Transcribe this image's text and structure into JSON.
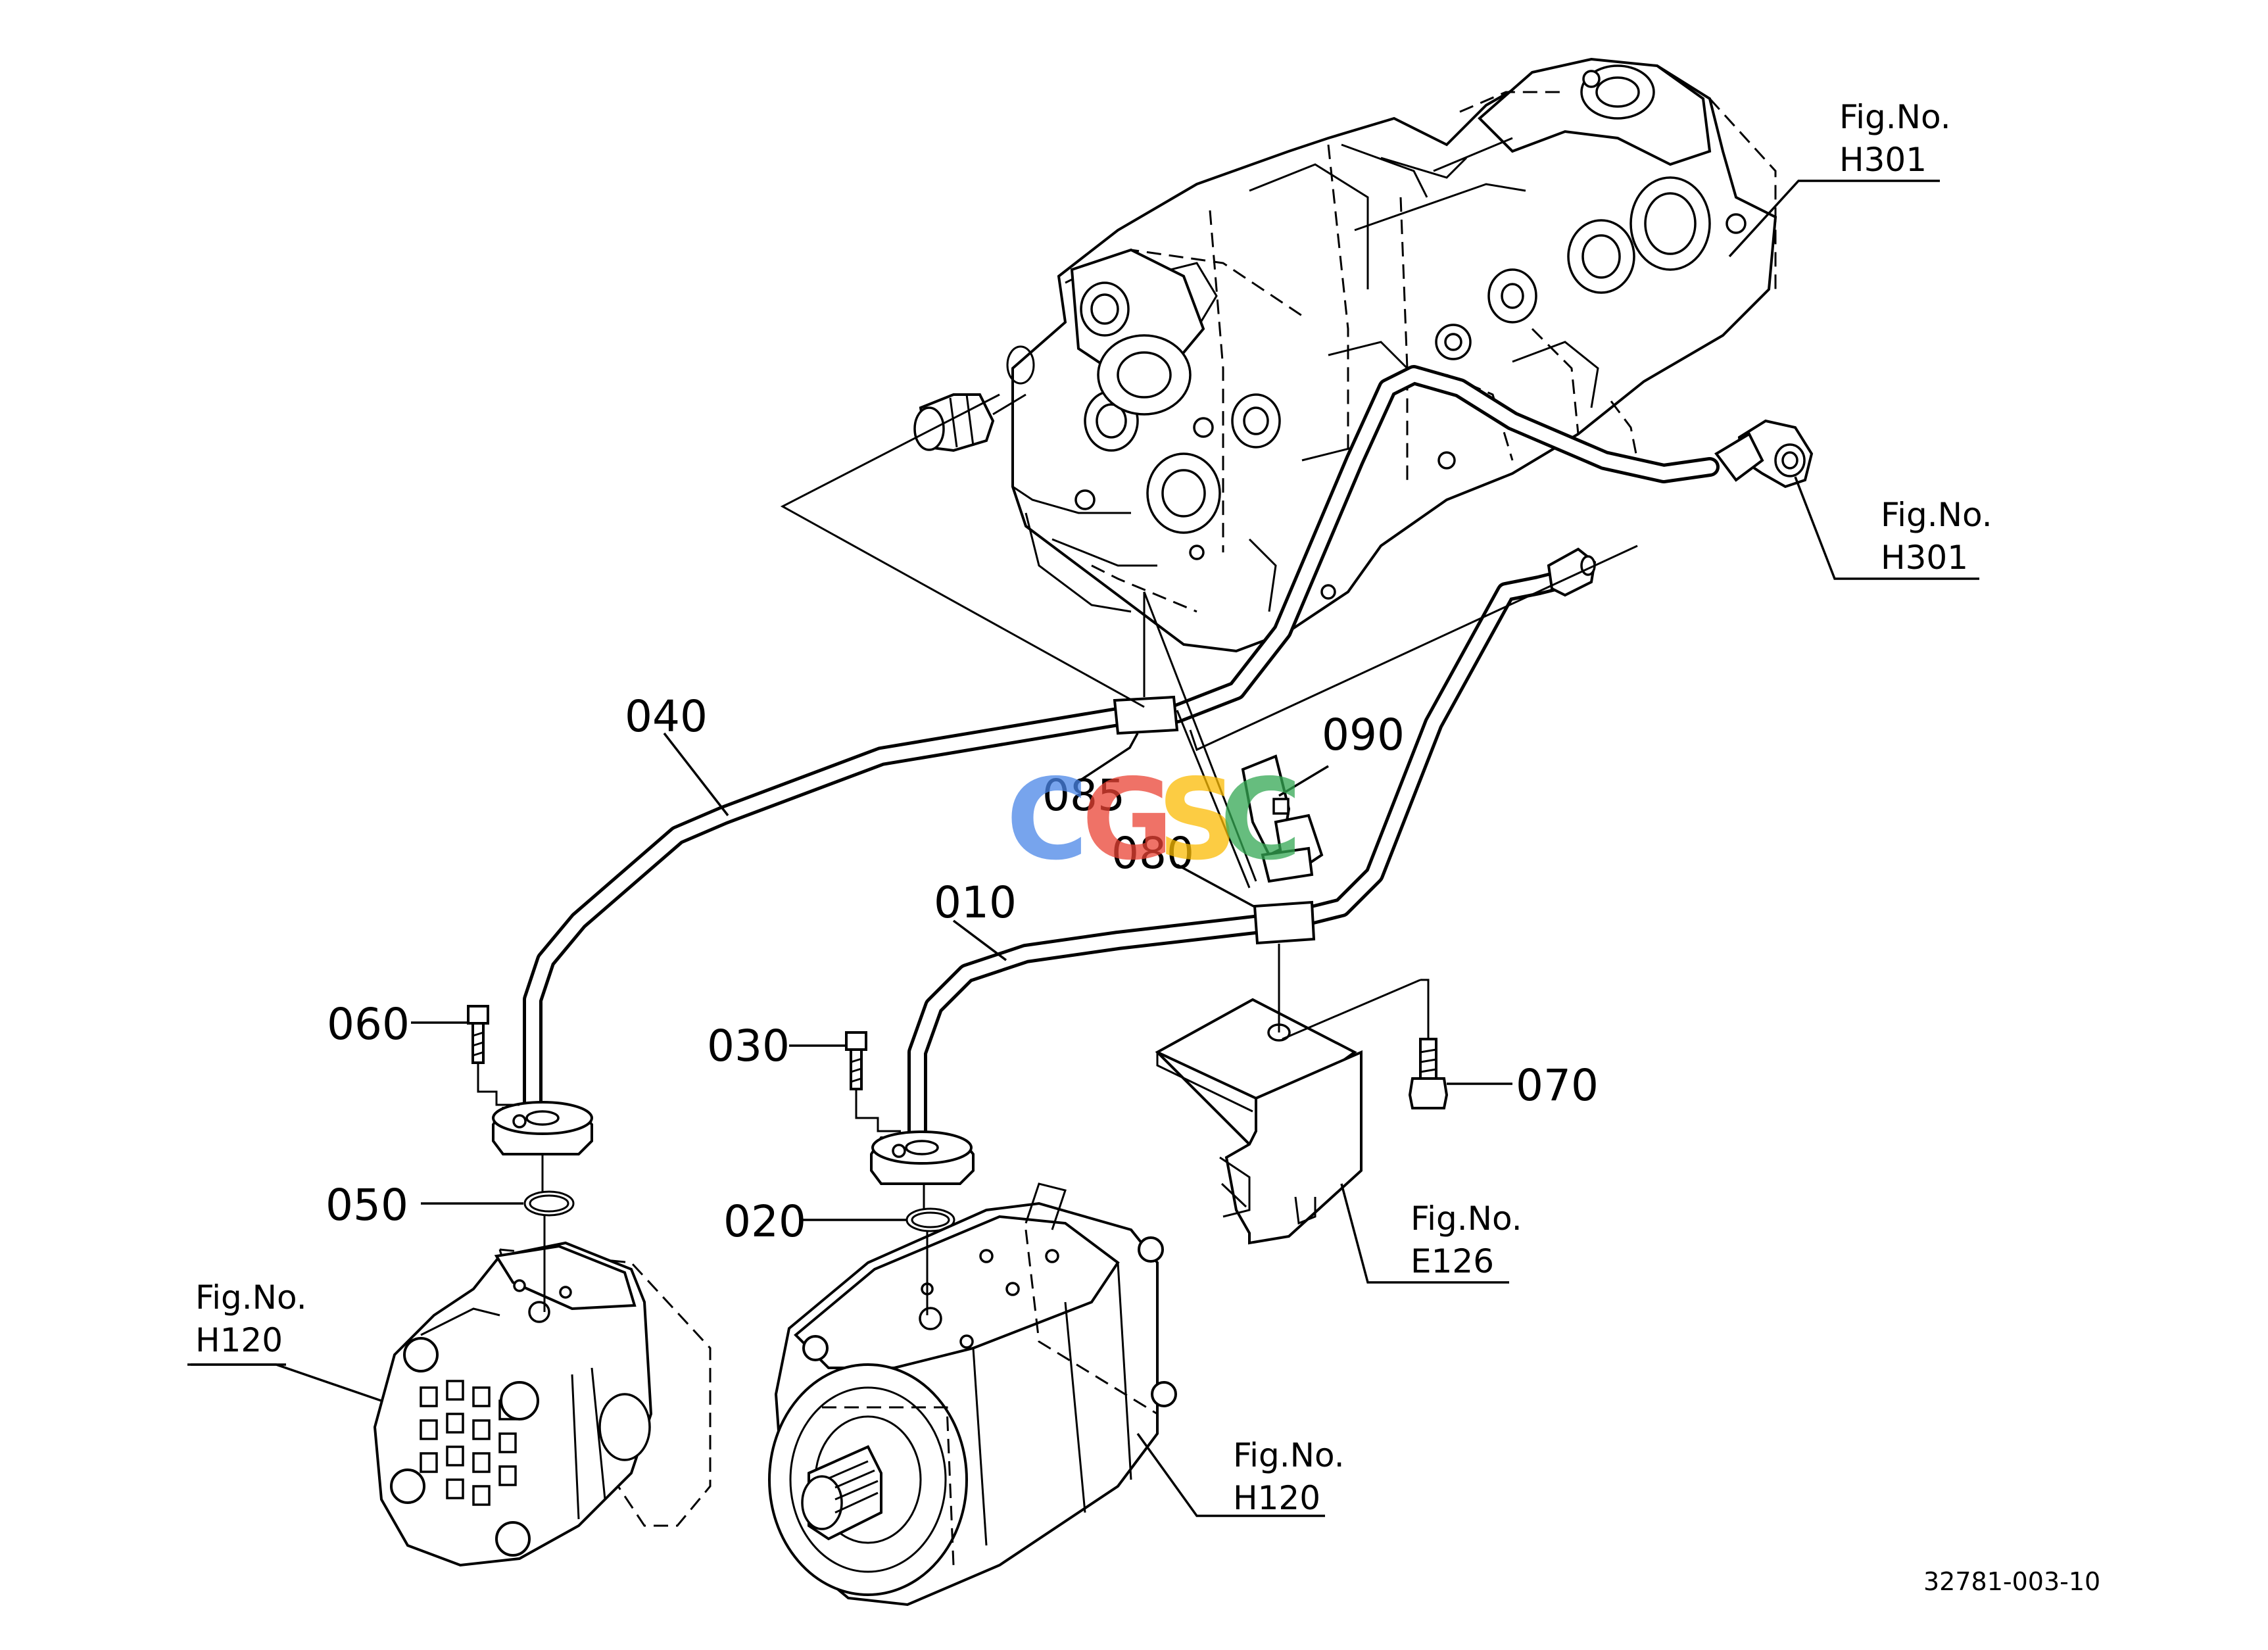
{
  "parts": {
    "p010": "010",
    "p020": "020",
    "p030": "030",
    "p040": "040",
    "p050": "050",
    "p060": "060",
    "p070": "070",
    "p080": "080",
    "p085": "085",
    "p090": "090"
  },
  "fig_refs": [
    {
      "line1": "Fig.No.",
      "line2": "H301"
    },
    {
      "line1": "Fig.No.",
      "line2": "H301"
    },
    {
      "line1": "Fig.No.",
      "line2": "E126"
    },
    {
      "line1": "Fig.No.",
      "line2": "H120"
    },
    {
      "line1": "Fig.No.",
      "line2": "H120"
    }
  ],
  "drawing_number": "32781-003-10",
  "watermark": {
    "letters": [
      "C",
      "G",
      "S",
      "C"
    ],
    "colors": [
      "#4a86e8",
      "#ea4335",
      "#fbbc05",
      "#34a853"
    ]
  }
}
